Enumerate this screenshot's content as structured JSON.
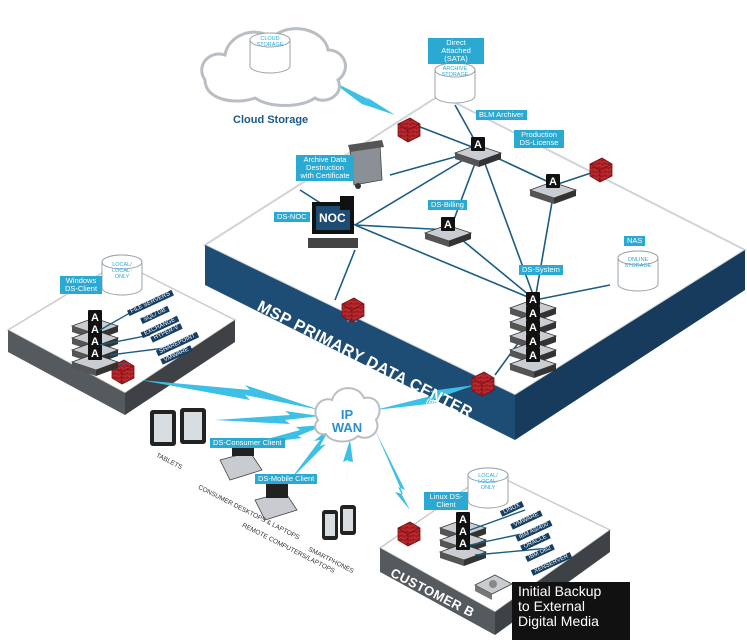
{
  "cloud": {
    "title": "Cloud Storage",
    "cylinder_label": "CLOUD STORAGE"
  },
  "datacenter": {
    "title": "MSP PRIMARY DATA CENTER",
    "subtitle": "(PUBLIC CLOUD)"
  },
  "customer_a": {
    "title": "CUSTOMER A",
    "client_label": "Windows DS-Client",
    "storage_label": "LOCAL/ LOCAL-ONLY",
    "tags": [
      "FILE SERVERS",
      "SQL/ DB",
      "EXCHANGE",
      "HYPER-V",
      "SHAREPOINT",
      "VMWARE"
    ]
  },
  "customer_b": {
    "title": "CUSTOMER B",
    "client_label": "Linux DS-Client",
    "storage_label": "LOCAL/ LOCAL-ONLY",
    "tags": [
      "LINUX",
      "VMWARE",
      "IBM AS/400",
      "ORACLE",
      "IBM DB2",
      "XENSERVER"
    ]
  },
  "labels": {
    "direct_attached": "Direct Attached (SATA)",
    "archive_storage": "ARCHIVE STORAGE",
    "blm_archiver": "BLM Archiver",
    "production_license": "Production DS-License",
    "archive_destruction": "Archive Data Destruction with Certificate",
    "ds_noc": "DS-NOC",
    "noc": "NOC",
    "ds_billing": "DS-Billing",
    "nas": "NAS",
    "online_storage": "ONLINE STORAGE",
    "ds_system": "DS-System",
    "ds_connector": "DS-Consumer Client",
    "ds_mobile": "DS-Mobile Client",
    "tablets": "TABLETS",
    "laptops": "CONSUMER DESKTOPS & LAPTOPS",
    "remote_laptops": "REMOTE COMPUTERS/LAPTOPS",
    "smartphones": "SMARTPHONES"
  },
  "wan": {
    "line1": "IP",
    "line2": "WAN"
  },
  "backup_note": {
    "line1": "Initial Backup",
    "line2": "to External",
    "line3": "Digital Media"
  },
  "colors": {
    "platform": "#1d4c74",
    "accent": "#2aa9d3",
    "firewall": "#c0282d",
    "link": "#1a5d84",
    "lightning": "#3cc0e6"
  }
}
